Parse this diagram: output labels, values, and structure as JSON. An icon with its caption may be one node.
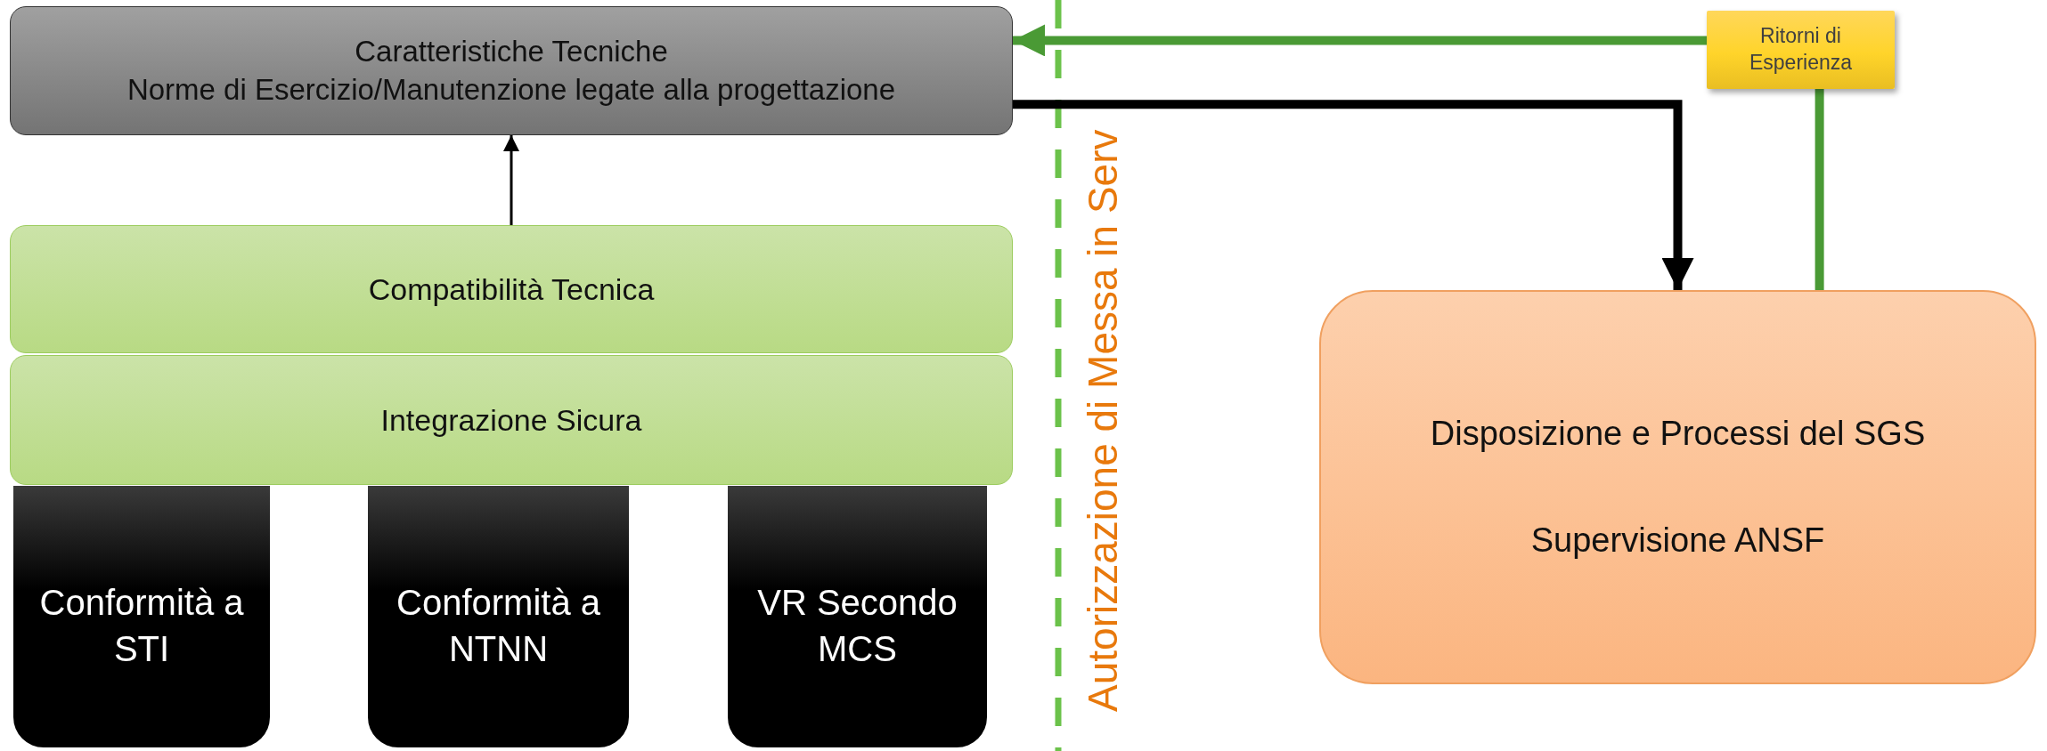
{
  "diagram": {
    "nodes": [
      {
        "text": [
          "Caratteristiche Tecniche",
          "Norme di Esercizio/Manutenzione legate alla progettazione"
        ]
      },
      {
        "text": [
          "Ritorni di Esperienza"
        ]
      },
      {
        "text": [
          "Compatibilità Tecnica"
        ]
      },
      {
        "text": [
          "Integrazione Sicura"
        ]
      },
      {
        "text": [
          "Disposizione e Processi del SGS",
          "Supervisione ANSF"
        ]
      },
      {
        "text": [
          "Conformità a STI"
        ]
      },
      {
        "text": [
          "Conformità a NTNN"
        ]
      },
      {
        "text": [
          "VR Secondo MCS"
        ]
      }
    ],
    "edges": [
      {
        "from": 2,
        "to": 0,
        "arrow": "to"
      },
      {
        "from": 0,
        "to": 4,
        "arrow": "to"
      },
      {
        "from": 1,
        "to": 0,
        "arrow": "to",
        "color": "#4a9a35"
      },
      {
        "from": 4,
        "to": 1,
        "arrow": "none",
        "color": "#4a9a35"
      }
    ],
    "labels": [
      "Autorizzazione di Messa in Serv"
    ]
  }
}
